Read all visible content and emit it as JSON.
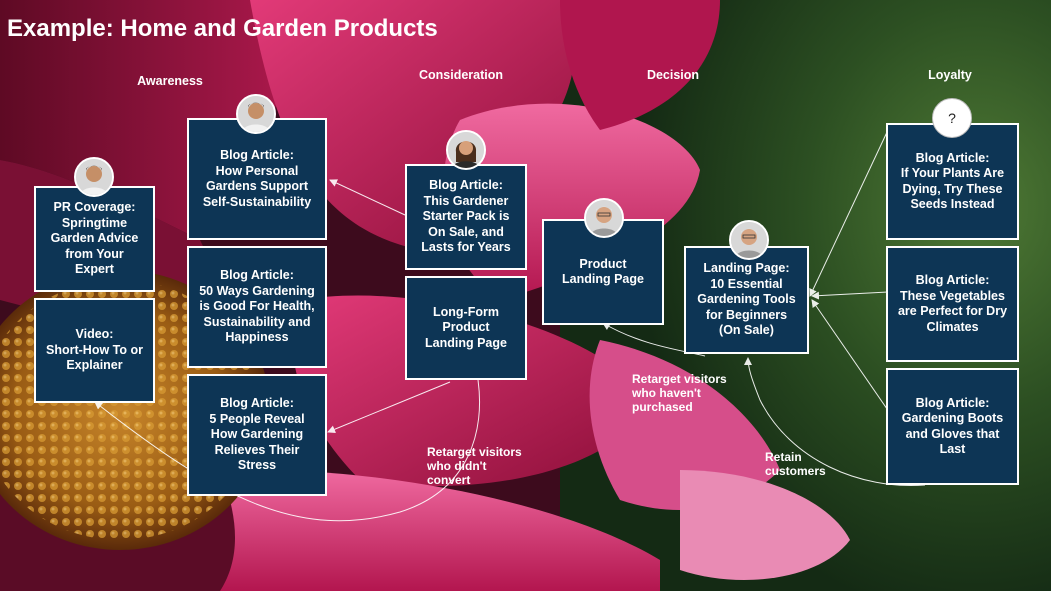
{
  "title": "Example: Home and Garden Products",
  "stages": {
    "awareness": "Awareness",
    "consideration": "Consideration",
    "decision": "Decision",
    "loyalty": "Loyalty"
  },
  "boxes": {
    "pr_coverage": "PR Coverage:\nSpringtime\nGarden Advice\nfrom Your\nExpert",
    "video": "Video:\nShort-How To or\nExplainer",
    "blog_personal_gardens": "Blog Article:\nHow Personal\nGardens Support\nSelf-Sustainability",
    "blog_50_ways": "Blog Article:\n50 Ways Gardening\nis Good For Health,\nSustainability and\nHappiness",
    "blog_5_people": "Blog Article:\n5 People Reveal\nHow Gardening\nRelieves Their\nStress",
    "blog_starter_pack": "Blog Article:\nThis Gardener\nStarter Pack is\nOn Sale, and\nLasts for Years",
    "long_form": "Long-Form\nProduct\nLanding Page",
    "product_landing": "Product\nLanding Page",
    "landing_10_tools": "Landing Page:\n10 Essential\nGardening Tools\nfor Beginners\n(On Sale)",
    "blog_plants_dying": "Blog Article:\nIf Your Plants Are\nDying, Try These\nSeeds Instead",
    "blog_vegetables": "Blog Article:\nThese Vegetables\nare Perfect for Dry\nClimates",
    "blog_boots": "Blog Article:\nGardening Boots\nand Gloves that\nLast"
  },
  "unknown_persona": "?",
  "notes": {
    "retarget_didnt_convert": "Retarget visitors\nwho didn't\nconvert",
    "retarget_havent_purchased": "Retarget visitors\nwho haven't\npurchased",
    "retain_customers": "Retain\ncustomers"
  },
  "colors": {
    "box_fill": "#0d3555",
    "box_border": "#ffffff",
    "text": "#ffffff",
    "petal_pink": "#c21a55",
    "foliage_green": "#2f5a23",
    "flower_center": "#b8781e"
  },
  "icons": [
    "man-avatar-icon",
    "woman-avatar-icon",
    "older-man-avatar-icon",
    "question-mark-avatar-icon",
    "arrow-icon"
  ]
}
